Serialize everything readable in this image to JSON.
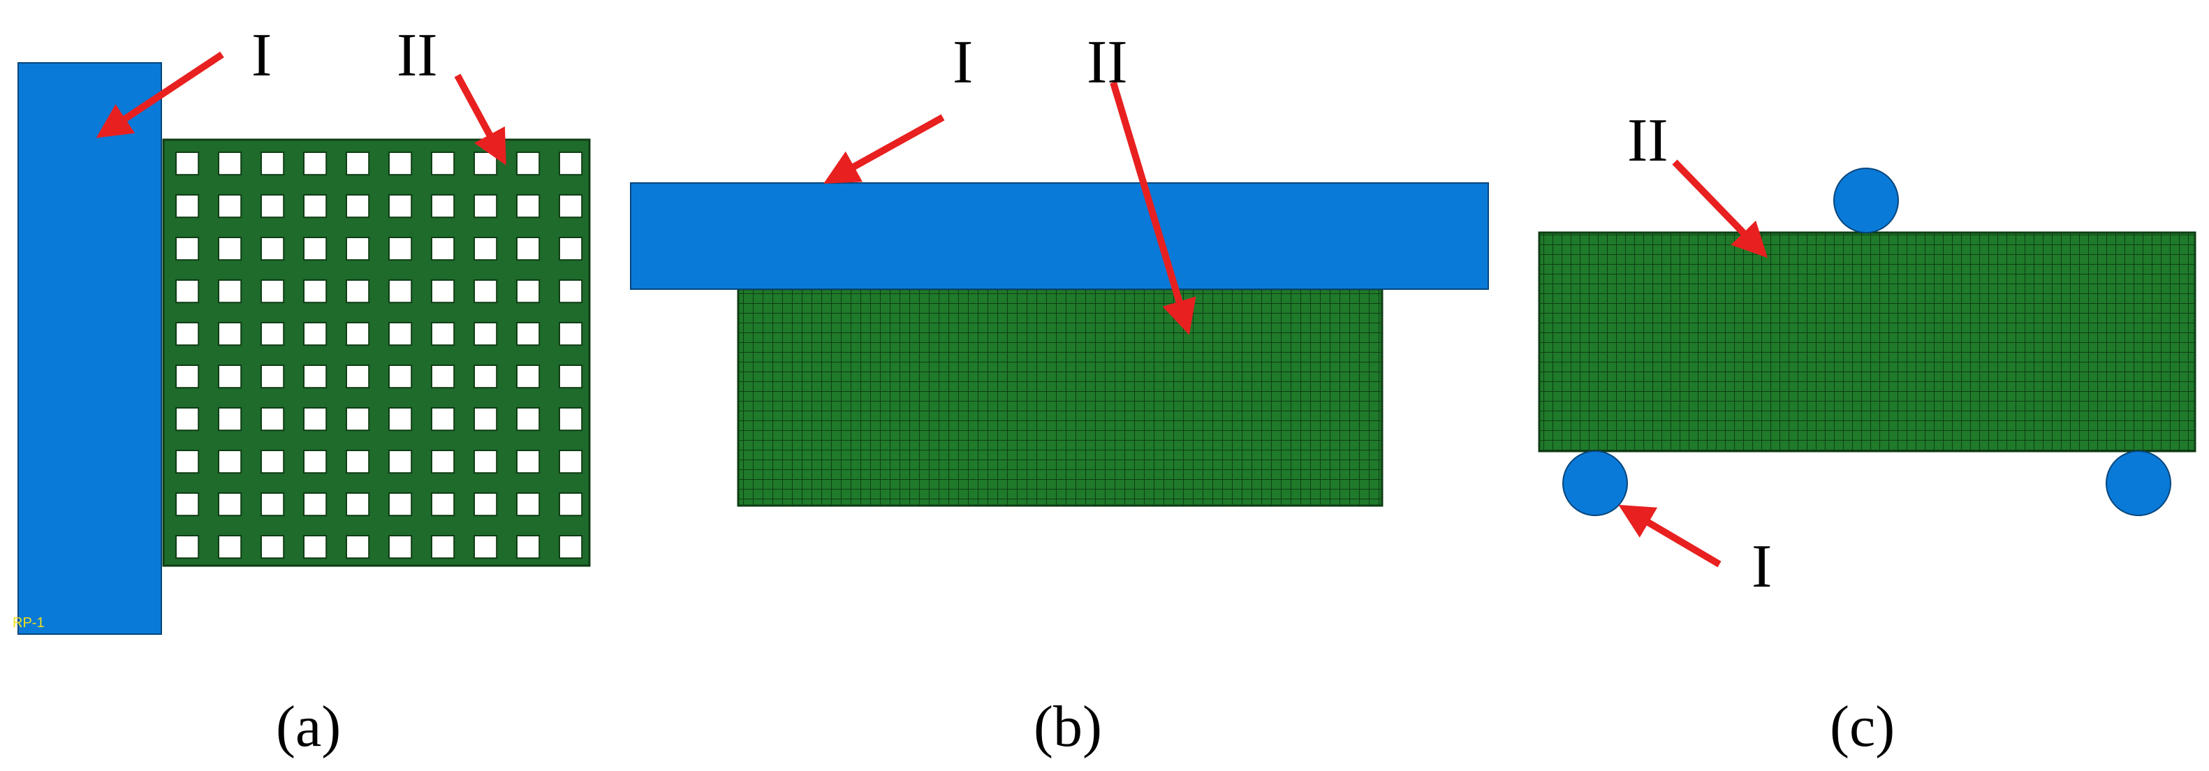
{
  "colors": {
    "rigid_body": "#0a7ad8",
    "mesh_fill": "#1f7a2a",
    "mesh_line": "#0f3d14",
    "lattice": "#1e6b2c",
    "arrow": "#e82020",
    "annotation": "#f2e01a",
    "background": "#ffffff"
  },
  "panels": [
    {
      "id": "a",
      "caption": "(a)",
      "part_I_label": "I",
      "part_II_label": "II",
      "reference_point": "RP-1",
      "rigid_body_shape": "plate",
      "specimen_shape": "square-lattice",
      "lattice_cells": 10
    },
    {
      "id": "b",
      "caption": "(b)",
      "part_I_label": "I",
      "part_II_label": "II",
      "rigid_body_shape": "plate",
      "specimen_shape": "meshed-block"
    },
    {
      "id": "c",
      "caption": "(c)",
      "part_I_label": "I",
      "part_II_label": "II",
      "rigid_body_shape": "cylinders",
      "specimen_shape": "meshed-beam",
      "cylinder_count": 3
    }
  ]
}
